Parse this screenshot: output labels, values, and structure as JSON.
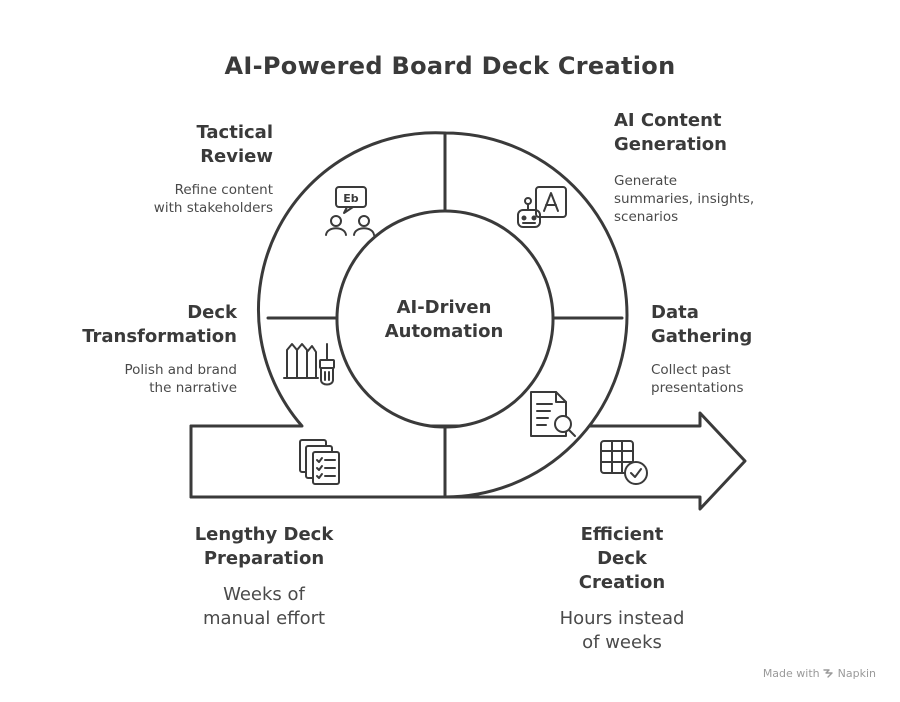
{
  "title": "AI-Powered Board Deck Creation",
  "center": {
    "line1": "AI-Driven",
    "line2": "Automation"
  },
  "sections": {
    "tactical_review": {
      "title_line1": "Tactical",
      "title_line2": "Review",
      "desc_line1": "Refine content",
      "desc_line2": "with stakeholders",
      "icon": "people-discussion-icon"
    },
    "ai_content": {
      "title_line1": "AI Content",
      "title_line2": "Generation",
      "desc_line1": "Generate",
      "desc_line2": "summaries, insights,",
      "desc_line3": "scenarios",
      "icon": "robot-text-icon"
    },
    "deck_transformation": {
      "title_line1": "Deck",
      "title_line2": "Transformation",
      "desc_line1": "Polish and brand",
      "desc_line2": "the narrative",
      "icon": "paint-brush-icon"
    },
    "data_gathering": {
      "title_line1": "Data",
      "title_line2": "Gathering",
      "desc_line1": "Collect past",
      "desc_line2": "presentations",
      "icon": "document-search-icon"
    }
  },
  "before": {
    "title_line1": "Lengthy Deck",
    "title_line2": "Preparation",
    "desc_line1": "Weeks of",
    "desc_line2": "manual effort",
    "icon": "checklist-documents-icon"
  },
  "after": {
    "title_line1": "Efficient",
    "title_line2": "Deck",
    "title_line3": "Creation",
    "desc_line1": "Hours instead",
    "desc_line2": "of weeks",
    "icon": "spreadsheet-check-icon"
  },
  "footer": {
    "prefix": "Made with",
    "brand": "Napkin"
  },
  "colors": {
    "stroke": "#3a3a3a",
    "text": "#3a3a3a",
    "muted": "#9a9a9a"
  }
}
